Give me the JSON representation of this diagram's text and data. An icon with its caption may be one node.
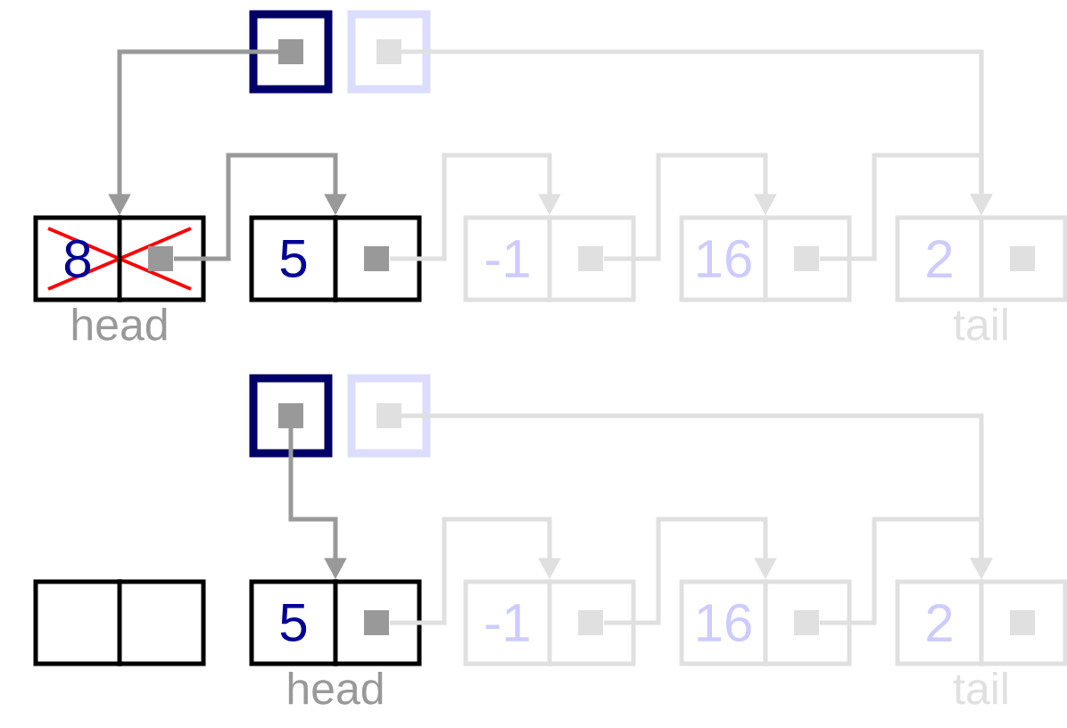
{
  "diagram": {
    "nodes": [
      {
        "text": [],
        "shape": "box"
      },
      {
        "text": [],
        "shape": "box"
      },
      {
        "text": [
          "8"
        ],
        "beside": [
          "head"
        ]
      },
      {
        "text": [
          "5"
        ]
      },
      {
        "text": [
          "-1"
        ]
      },
      {
        "text": [
          "16"
        ]
      },
      {
        "text": [
          "2"
        ],
        "beside": [
          "tail"
        ]
      },
      {
        "text": [],
        "shape": "box"
      },
      {
        "text": [],
        "shape": "box"
      },
      {
        "text": [],
        "shape": "box"
      },
      {
        "text": [
          "5"
        ],
        "beside": [
          "head"
        ]
      },
      {
        "text": [
          "-1"
        ]
      },
      {
        "text": [
          "16"
        ]
      },
      {
        "text": [
          "2"
        ],
        "beside": [
          "tail"
        ]
      }
    ],
    "edges": [
      {
        "from": 0,
        "to": 2,
        "arrow": "to",
        "color": "#999999"
      },
      {
        "from": 1,
        "to": 6,
        "arrow": "to"
      },
      {
        "from": 2,
        "to": 3,
        "arrow": "to",
        "color": "#999999"
      },
      {
        "from": 3,
        "to": 4,
        "arrow": "to"
      },
      {
        "from": 4,
        "to": 5,
        "arrow": "to"
      },
      {
        "from": 5,
        "to": 6,
        "arrow": "to"
      },
      {
        "from": 7,
        "to": 10,
        "arrow": "to",
        "color": "#999999"
      },
      {
        "from": 8,
        "to": 13,
        "arrow": "to"
      },
      {
        "from": 10,
        "to": 11,
        "arrow": "to"
      },
      {
        "from": 11,
        "to": 12,
        "arrow": "to"
      },
      {
        "from": 12,
        "to": 13,
        "arrow": "to"
      }
    ]
  }
}
